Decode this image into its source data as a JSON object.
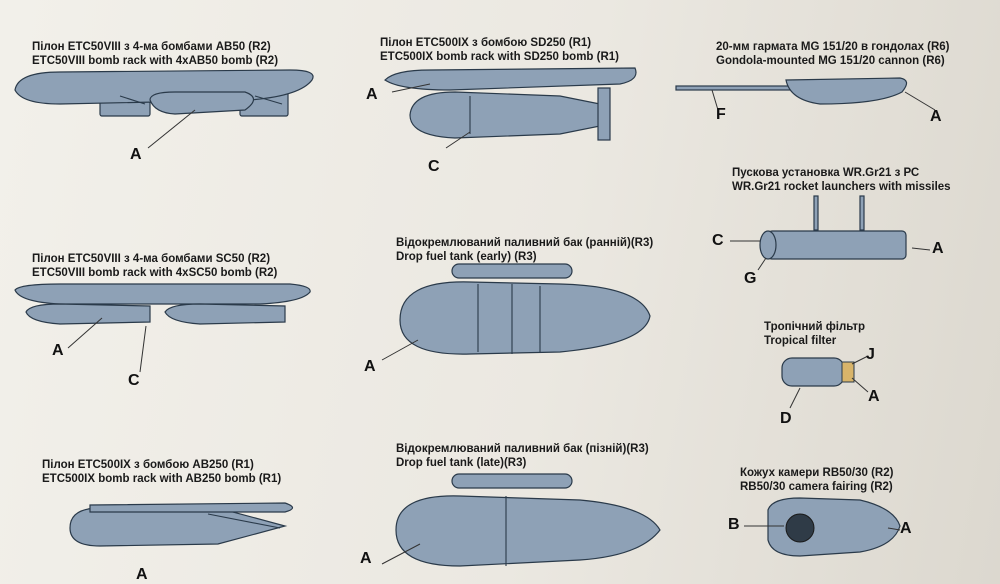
{
  "items": [
    {
      "ua": "Пілон ETC50VIII з 4-ма бомбами AB50 (R2)",
      "en": "ETC50VIII bomb rack with 4xAB50 bomb (R2)",
      "labels": [
        "A"
      ]
    },
    {
      "ua": "Пілон ETC500IX з бомбою SD250 (R1)",
      "en": "ETC500IX bomb rack with SD250 bomb (R1)",
      "labels": [
        "A",
        "C"
      ]
    },
    {
      "ua": "20-мм гармата MG 151/20 в гондолах (R6)",
      "en": "Gondola-mounted MG 151/20 cannon (R6)",
      "labels": [
        "F",
        "A"
      ]
    },
    {
      "ua": "Пускова установка WR.Gr21 з РС",
      "en": "WR.Gr21 rocket launchers with missiles",
      "labels": [
        "C",
        "A",
        "G"
      ]
    },
    {
      "ua": "Пілон ETC50VIII з 4-ма бомбами SC50 (R2)",
      "en": "ETC50VIII bomb rack with 4xSC50 bomb (R2)",
      "labels": [
        "A",
        "C"
      ]
    },
    {
      "ua": "Відокремлюваний паливний бак (ранній)(R3)",
      "en": "Drop fuel tank (early) (R3)",
      "labels": [
        "A"
      ]
    },
    {
      "ua": "Тропічний фільтр",
      "en": "Tropical filter",
      "labels": [
        "J",
        "A",
        "D"
      ]
    },
    {
      "ua": "Пілон ETC500IX з бомбою AB250 (R1)",
      "en": "ETC500IX bomb rack with AB250 bomb (R1)",
      "labels": [
        "A"
      ]
    },
    {
      "ua": "Відокремлюваний паливний бак (пізній)(R3)",
      "en": "Drop fuel tank (late)(R3)",
      "labels": [
        "A"
      ]
    },
    {
      "ua": "Кожух камери RB50/30 (R2)",
      "en": "RB50/30 camera fairing (R2)",
      "labels": [
        "B",
        "A"
      ]
    }
  ],
  "colors": {
    "part": "#8ea1b6",
    "outline": "#2a3a4a",
    "background": "#eeece6"
  }
}
